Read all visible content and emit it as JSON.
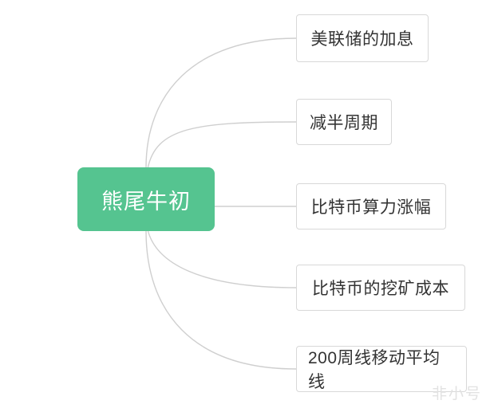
{
  "diagram": {
    "type": "mindmap",
    "root": {
      "label": "熊尾牛初",
      "color": "#55c490",
      "text_color": "#ffffff"
    },
    "branches": [
      {
        "label": "美联储的加息"
      },
      {
        "label": "减半周期"
      },
      {
        "label": "比特币算力涨幅"
      },
      {
        "label": "比特币的挖矿成本"
      },
      {
        "label": "200周线移动平均线"
      }
    ],
    "edge_color": "#cfcfcf",
    "node_border_color": "#d8d8d8"
  },
  "watermark": {
    "text": "非小号"
  }
}
